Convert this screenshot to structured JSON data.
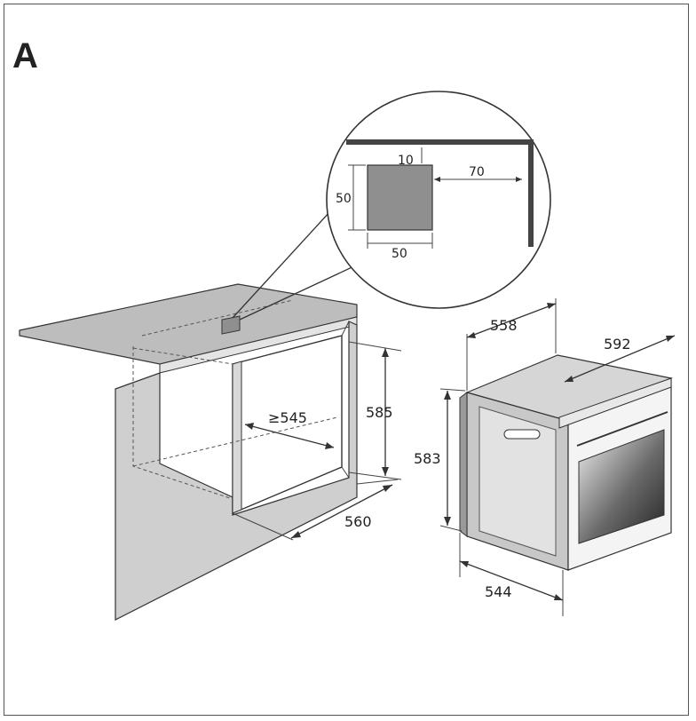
{
  "figure_label": "A",
  "dimensions": {
    "detail_gap_top": "10",
    "detail_gap_side": "70",
    "detail_height": "50",
    "detail_width": "50",
    "niche_width": "≥545",
    "niche_height": "585",
    "niche_depth": "560",
    "oven_side_depth": "558",
    "oven_width": "592",
    "oven_height": "583",
    "oven_body_depth": "544"
  },
  "colors": {
    "cabinet_fill": "#cfcfcf",
    "worktop_fill": "#bdbdbd",
    "detail_square": "#8f8f8f",
    "oven_top": "#d6d6d6"
  }
}
